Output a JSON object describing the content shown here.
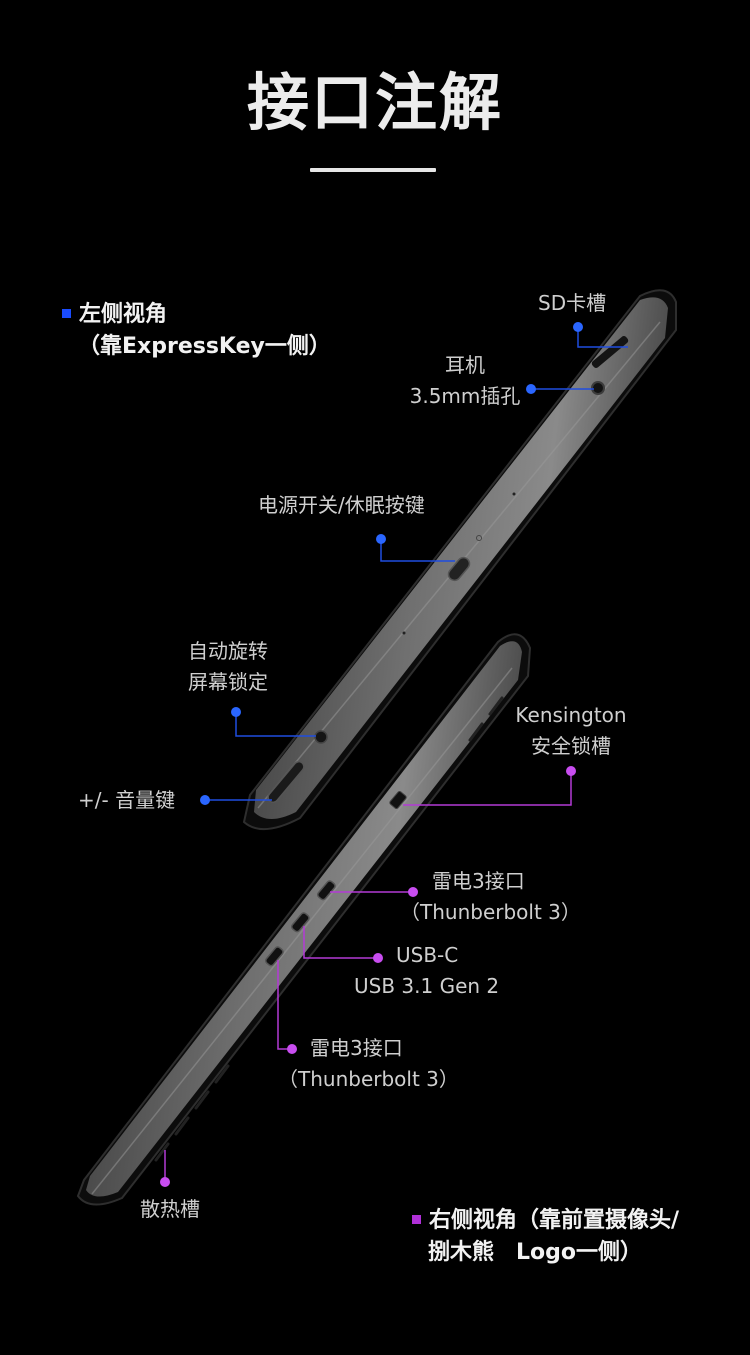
{
  "header": {
    "title": "接口注解"
  },
  "left_view": {
    "label_line1": "左侧视角",
    "label_line2": "（靠ExpressKey一侧）",
    "accent_color": "#1a4cff",
    "callouts": {
      "sd_slot": "SD卡槽",
      "headphone_line1": "耳机",
      "headphone_line2": "3.5mm插孔",
      "power_button": "电源开关/休眠按键",
      "rotation_lock_line1": "自动旋转",
      "rotation_lock_line2": "屏幕锁定",
      "volume": "+/- 音量键"
    }
  },
  "right_view": {
    "label_line1": "右侧视角（靠前置摄像头/",
    "label_line2": "捌木熊　Logo一侧）",
    "accent_color": "#b030d8",
    "callouts": {
      "kensington_line1": "Kensington",
      "kensington_line2": "安全锁槽",
      "thunderbolt_top_line1": "雷电3接口",
      "thunderbolt_top_line2": "（Thunberbolt 3）",
      "usb_c_line1": "USB-C",
      "usb_c_line2": "USB 3.1 Gen 2",
      "thunderbolt_bottom_line1": "雷电3接口",
      "thunderbolt_bottom_line2": "（Thunberbolt 3）",
      "vent": "散热槽"
    }
  }
}
